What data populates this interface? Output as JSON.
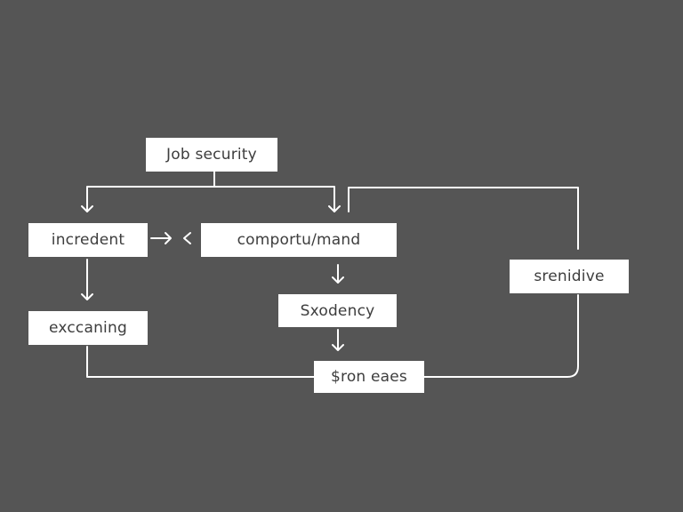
{
  "colors": {
    "background": "#555555",
    "node_fill": "#ffffff",
    "node_text": "#3d3d3d",
    "connector": "#ffffff"
  },
  "nodes": {
    "job_security": "Job security",
    "incredent": "incredent",
    "comportu_mand": "comportu/mand",
    "exccaning": "exccaning",
    "sxodency": "Sxodency",
    "sron_eaes": "$ron eaes",
    "srenidive": "srenidive"
  }
}
